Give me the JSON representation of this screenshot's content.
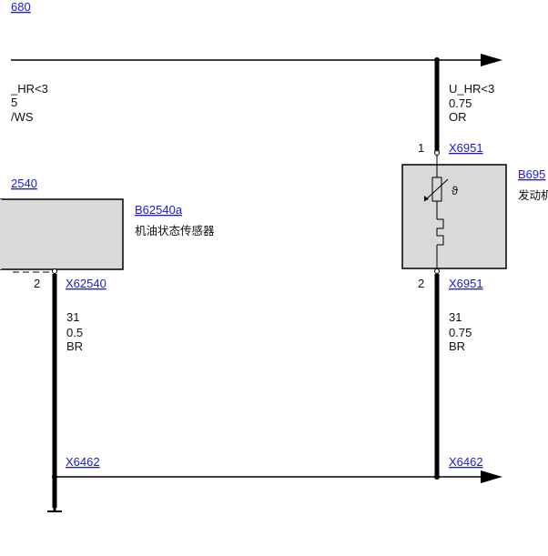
{
  "top_link": "680",
  "left_wire_top": {
    "line1": "_HR<3",
    "line2": "5",
    "line3": "/WS"
  },
  "right_wire_top": {
    "line1": "U_HR<3",
    "line2": "0.75",
    "line3": "OR"
  },
  "left_module": {
    "connector_link": "2540",
    "id_link": "B62540a",
    "name": "机油状态传感器",
    "pin": "2",
    "pin_connector": "X62540"
  },
  "right_module": {
    "id_link": "B695",
    "name": "发动机",
    "pin_top": "1",
    "pin_top_connector": "X6951",
    "pin_bottom": "2",
    "pin_bottom_connector": "X6951",
    "theta_symbol": "ϑ"
  },
  "left_wire_bottom": {
    "line1": "31",
    "line2": "0.5",
    "line3": "BR"
  },
  "right_wire_bottom": {
    "line1": "31",
    "line2": "0.75",
    "line3": "BR"
  },
  "ground_connectors": {
    "left": "X6462",
    "right": "X6462"
  },
  "colors": {
    "wire": "#000000",
    "box_fill": "#d9d9d9",
    "link": "#1a1ad6"
  }
}
